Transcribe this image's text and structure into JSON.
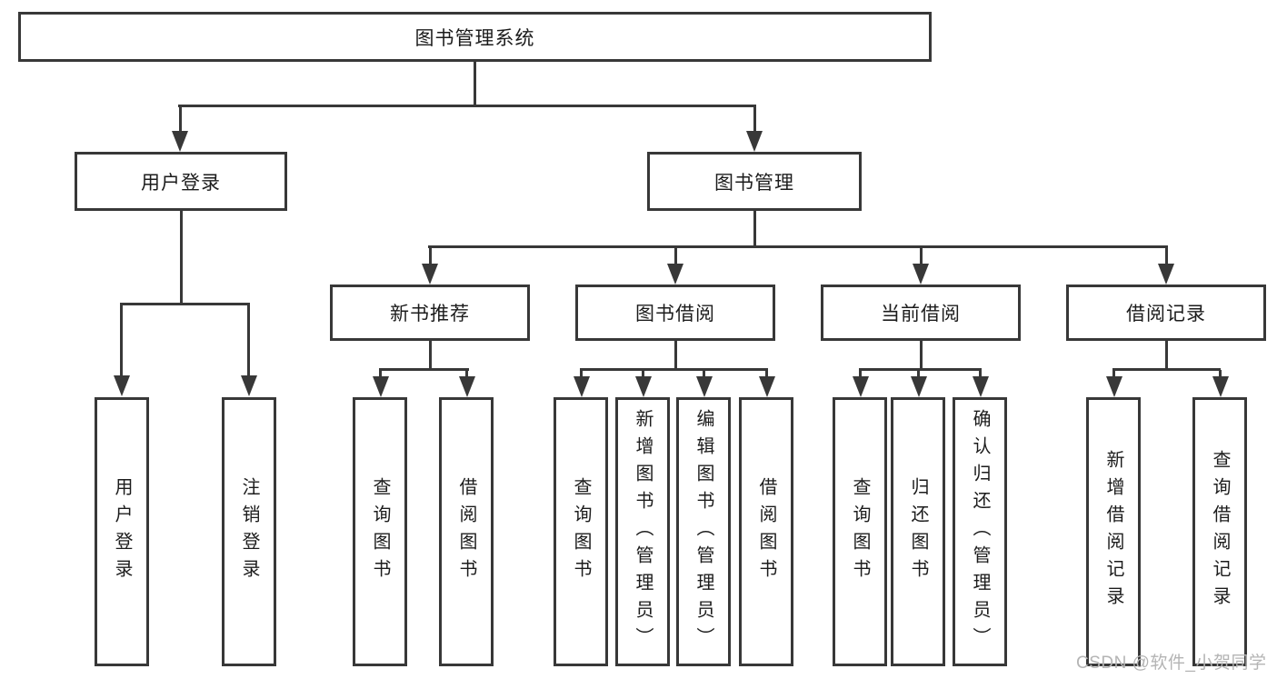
{
  "diagram": {
    "root": {
      "label": "图书管理系统"
    },
    "level2": [
      {
        "label": "用户登录"
      },
      {
        "label": "图书管理"
      }
    ],
    "level3": [
      {
        "label": "新书推荐"
      },
      {
        "label": "图书借阅"
      },
      {
        "label": "当前借阅"
      },
      {
        "label": "借阅记录"
      }
    ],
    "leaves": {
      "login": [
        "用户登录",
        "注销登录"
      ],
      "newbook": [
        "查询图书",
        "借阅图书"
      ],
      "borrow": [
        "查询图书",
        "新增图书（管理员）",
        "编辑图书（管理员）",
        "借阅图书"
      ],
      "current": [
        "查询图书",
        "归还图书",
        "确认归还（管理员）"
      ],
      "records": [
        "新增借阅记录",
        "查询借阅记录"
      ]
    }
  },
  "colors": {
    "line": "#383838",
    "text": "#1c1c1c",
    "watermark": "#b4b4b4"
  },
  "watermark": "CSDN @软件_小贺同学"
}
